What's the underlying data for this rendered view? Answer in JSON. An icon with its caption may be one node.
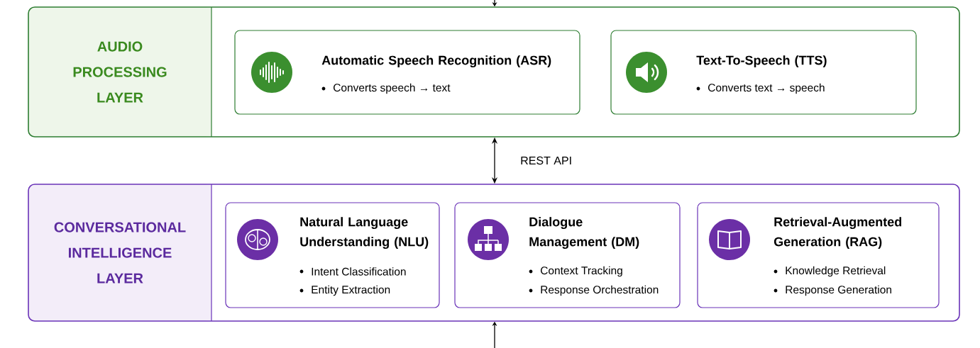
{
  "diagram": {
    "nodes": [
      {
        "text": [
          "AUDIO PROCESSING LAYER"
        ]
      },
      {
        "text": [
          "Automatic Speech Recognition (ASR)",
          "Converts speech → text"
        ],
        "in": 0
      },
      {
        "text": [
          "Text-To-Speech (TTS)",
          "Converts text → speech"
        ],
        "in": 0
      },
      {
        "text": [
          "CONVERSATIONAL INTELLIGENCE LAYER"
        ]
      },
      {
        "text": [
          "Natural Language Understanding (NLU)",
          "Intent Classification",
          "Entity Extraction"
        ],
        "in": 3
      },
      {
        "text": [
          "Dialogue Management (DM)",
          "Context Tracking",
          "Response Orchestration"
        ],
        "in": 3
      },
      {
        "text": [
          "Retrieval-Augmented Generation (RAG)",
          "Knowledge Retrieval",
          "Response Generation"
        ],
        "in": 3
      }
    ],
    "edges": [
      {
        "from": null,
        "to": 0,
        "arrow": "to"
      },
      {
        "from": 0,
        "to": 3,
        "arrow": "both",
        "label": "REST API"
      },
      {
        "from": null,
        "to": 3,
        "arrow": "to"
      }
    ]
  }
}
